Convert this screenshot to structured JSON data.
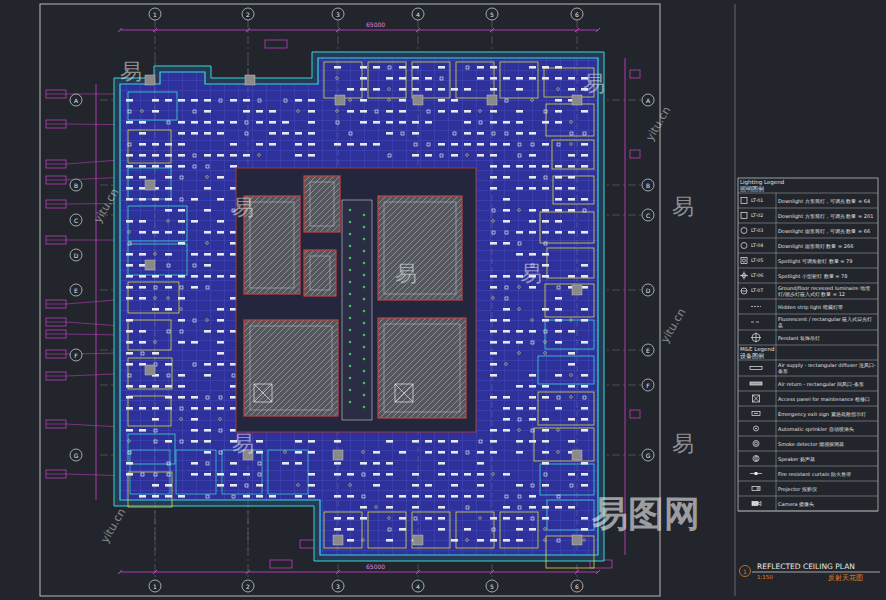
{
  "diagram": {
    "title": "REFLECTED CEILING PLAN",
    "caption": "反射天花图",
    "labels": [
      "1",
      "2",
      "3",
      "4",
      "5",
      "6",
      "1",
      "2",
      "3",
      "4",
      "5",
      "6",
      "A",
      "B",
      "C",
      "D",
      "E",
      "F",
      "G",
      "A",
      "B",
      "C",
      "D",
      "E",
      "F",
      "G",
      "65000",
      "65000",
      "Lighting Legend",
      "照明图例",
      "M&E Legend",
      "设备图例",
      "LT-01",
      "LT-02",
      "LT-03",
      "LT-04",
      "LT-05",
      "LT-06",
      "LT-07",
      "1",
      "1:150",
      "易",
      "易",
      "易",
      "易",
      "易",
      "易",
      "易",
      "易",
      "yitu.cn",
      "yitu.cn",
      "yitu.cn",
      "yitu.cn",
      "易图网"
    ],
    "legend": [
      {
        "text": "Downlight 方形筒灯，可调光 数量 = 64"
      },
      {
        "text": "Downlight 方形筒灯，可调光 数量 = 201"
      },
      {
        "text": "Downlight 圆形筒灯，可调光 数量 = 66"
      },
      {
        "text": "Downlight 圆形筒灯 数量 = 266"
      },
      {
        "text": "Spotlight 可调角射灯 数量 = 79"
      },
      {
        "text": "Spotlight 小型射灯 数量 = 78"
      },
      {
        "text": "Ground/floor recessed luminaire 地埋灯/踏步灯嵌入式灯 数量 = 12"
      },
      {
        "text": "Hidden strip light 暗藏灯带"
      },
      {
        "text": "Fluorescent / rectangular 嵌入式日光灯盘"
      },
      {
        "text": "Pendant 装饰吊灯"
      },
      {
        "text": "Air supply - rectangular diffuser 送风口-条形"
      },
      {
        "text": "Air return - rectangular 回风口-条形"
      },
      {
        "text": "Access panel for maintenance 检修口"
      },
      {
        "text": "Emergency exit sign 紧急疏散指示灯"
      },
      {
        "text": "Automatic sprinkler 自动喷淋头"
      },
      {
        "text": "Smoke detector 烟感探测器"
      },
      {
        "text": "Speaker 扬声器"
      },
      {
        "text": "Fire resistant curtain 防火卷帘"
      },
      {
        "text": "Projector 投影仪"
      },
      {
        "text": "Camera 摄像头"
      }
    ]
  }
}
